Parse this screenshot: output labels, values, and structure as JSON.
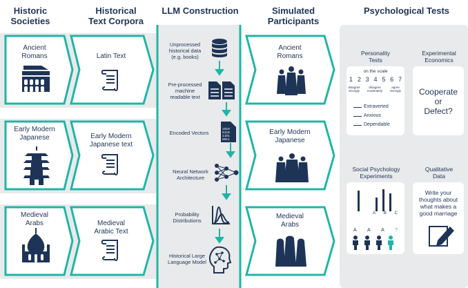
{
  "headers": {
    "historic_societies": "Historic\nSocieties",
    "historical_text_corpora": "Historical\nText Corpora",
    "llm_construction": "LLM Construction",
    "simulated_participants": "Simulated\nParticipants",
    "psychological_tests": "Psychological Tests"
  },
  "societies": [
    {
      "name": "Ancient\nRomans",
      "icon": "colosseum-icon"
    },
    {
      "name": "Early Modern\nJapanese",
      "icon": "pagoda-icon"
    },
    {
      "name": "Medieval\nArabs",
      "icon": "mosque-dome-icon"
    }
  ],
  "corpora": [
    {
      "name": "Latin Text",
      "icon": "scroll-icon"
    },
    {
      "name": "Early Modern\nJapanese text",
      "icon": "scroll-icon"
    },
    {
      "name": "Medieval\nArabic Text",
      "icon": "scroll-icon"
    }
  ],
  "llm_steps": [
    {
      "label": "Unprocessed\nhistorical data\n(e.g. books)",
      "icon": "database-icon"
    },
    {
      "label": "Pre-processed\nmachine\nreadable text",
      "icon": "documents-icon"
    },
    {
      "label": "Encoded Vectors",
      "icon": "binary-file-icon"
    },
    {
      "label": "Neural Network\nArchitecture",
      "icon": "neural-network-icon"
    },
    {
      "label": "Probability\nDistributions",
      "icon": "distribution-chart-icon"
    },
    {
      "label": "Historical Large\nLanguage Model",
      "icon": "ai-head-icon"
    }
  ],
  "participants": [
    {
      "name": "Ancient\nRomans",
      "icon": "roman-figures-icon"
    },
    {
      "name": "Early Modern\nJapanese",
      "icon": "japanese-figures-icon"
    },
    {
      "name": "Medieval\nArabs",
      "icon": "arab-figures-icon"
    }
  ],
  "tests": {
    "personality": {
      "title": "Personality\nTests",
      "scale_caption": "on the scale",
      "scale_numbers": [
        "1",
        "2",
        "3",
        "4",
        "5",
        "6",
        "7"
      ],
      "anchor_left": "disagree\nstrongly",
      "anchor_mid": "disagree\nmoderately",
      "anchor_right": "agree\nstrongly",
      "traits": [
        "Extraverted",
        "Anxious",
        "Dependable"
      ]
    },
    "economics": {
      "title": "Experimental\nEconomics",
      "question": "Cooperate\nor\nDefect?"
    },
    "social": {
      "title": "Social Psychology\nExperiments",
      "line_labels": [
        "A",
        "B",
        "C"
      ],
      "people_labels": [
        "A",
        "A",
        "A",
        "?"
      ]
    },
    "qualitative": {
      "title": "Qualitative\nData",
      "prompt": "Write your\nthoughts about\nwhat makes a\ngood marriage"
    }
  },
  "colors": {
    "navy": "#1e3457",
    "teal": "#1fb5a7",
    "panel": "#e9eaeb"
  }
}
